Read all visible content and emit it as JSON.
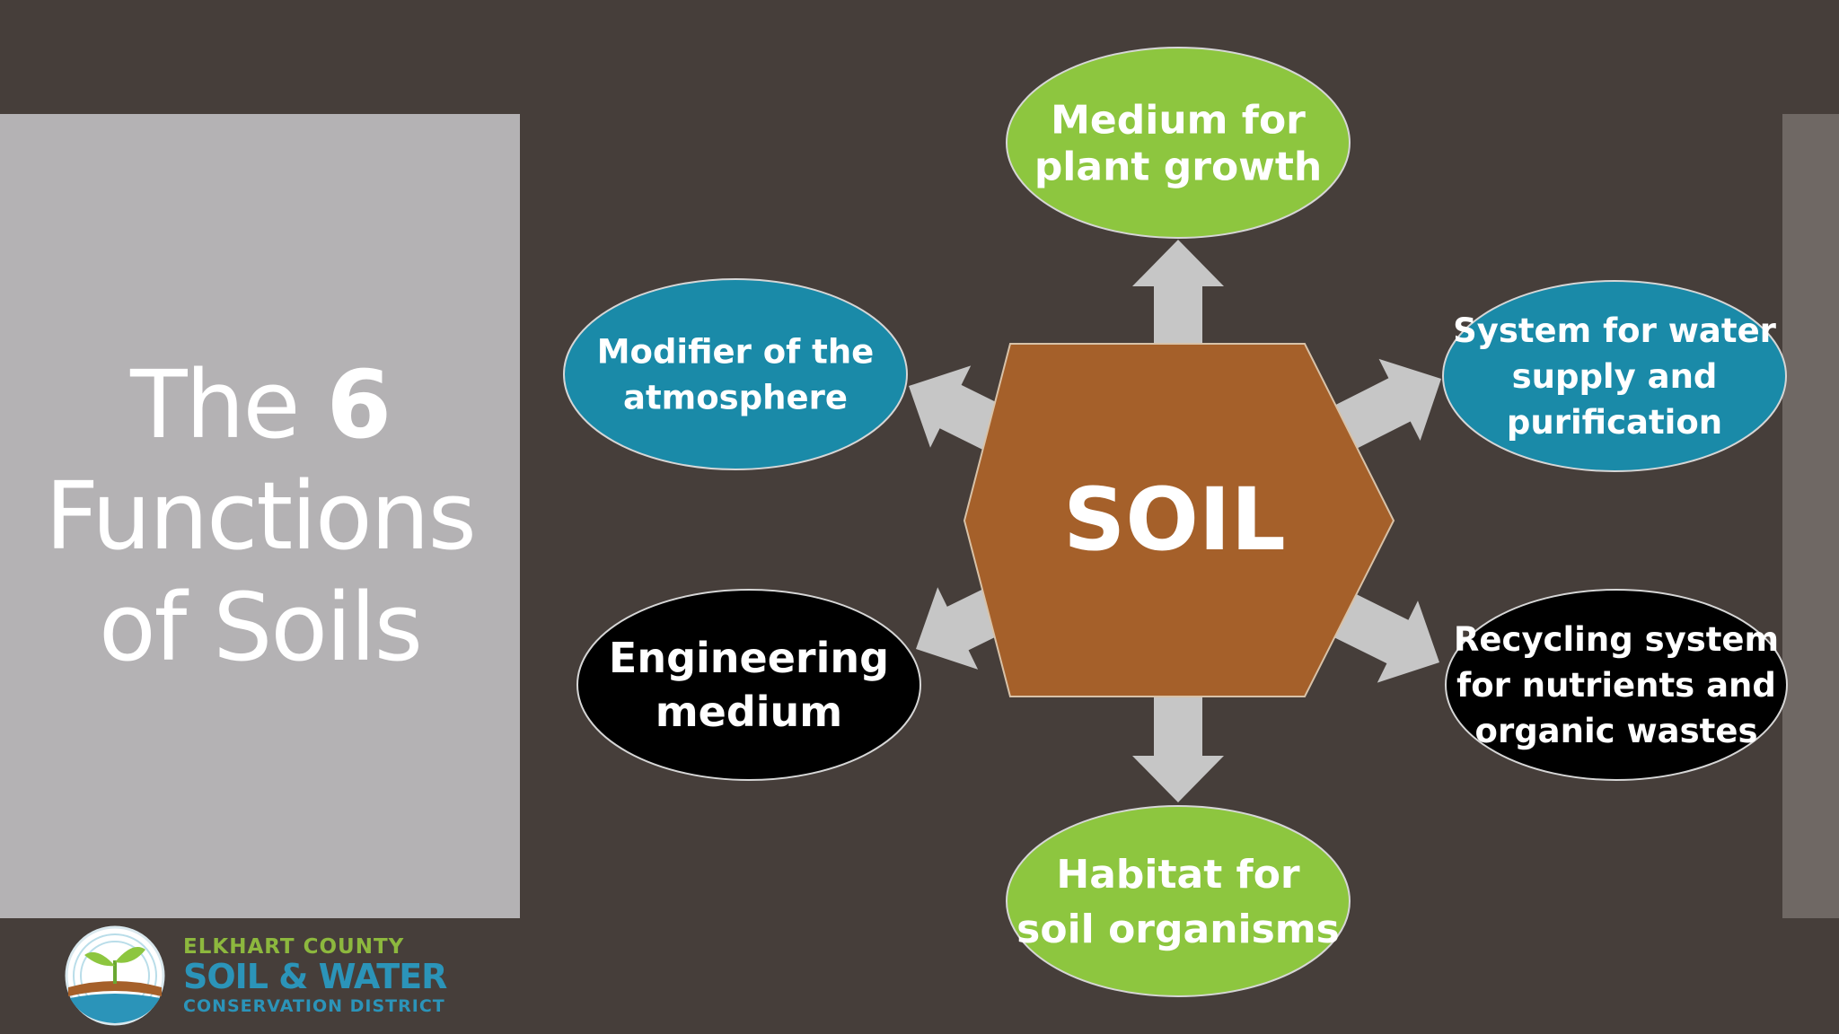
{
  "title": {
    "line1_prefix": "The",
    "line1_number": "6",
    "line2": "Functions",
    "line3": "of Soils"
  },
  "center": {
    "label": "SOIL",
    "color": "#a5602a"
  },
  "functions": [
    {
      "id": "plant",
      "lines": [
        "Medium for",
        "plant growth"
      ],
      "color": "#8dc63f"
    },
    {
      "id": "water",
      "lines": [
        "System for water",
        "supply and",
        "purification"
      ],
      "color": "#1a8aa8"
    },
    {
      "id": "recycling",
      "lines": [
        "Recycling system",
        "for nutrients and",
        "organic wastes"
      ],
      "color": "#000000"
    },
    {
      "id": "habitat",
      "lines": [
        "Habitat for",
        "soil organisms"
      ],
      "color": "#8dc63f"
    },
    {
      "id": "engineering",
      "lines": [
        "Engineering",
        "medium"
      ],
      "color": "#000000"
    },
    {
      "id": "atmosphere",
      "lines": [
        "Modifier of the",
        "atmosphere"
      ],
      "color": "#1a8aa8"
    }
  ],
  "logo": {
    "line1": "ELKHART COUNTY",
    "line2": "SOIL & WATER",
    "line3": "CONSERVATION DISTRICT"
  }
}
